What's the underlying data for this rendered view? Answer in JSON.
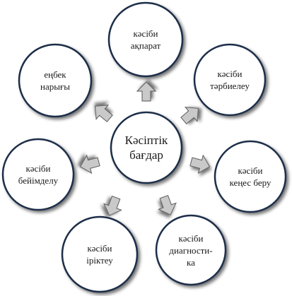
{
  "center": {
    "lines": [
      "Кәсіптік",
      "бағдар"
    ]
  },
  "nodes": [
    {
      "id": "akparat",
      "lines": [
        "кәсіби",
        "ақпарат"
      ]
    },
    {
      "id": "tarbieleu",
      "lines": [
        "кәсіби",
        "тәрбиелеу"
      ]
    },
    {
      "id": "kenes",
      "lines": [
        "кәсіби",
        "кеңес беру"
      ]
    },
    {
      "id": "diagnostika",
      "lines": [
        "кәсіби",
        "диагности-",
        "ка"
      ]
    },
    {
      "id": "iriktey",
      "lines": [
        "кәсіби",
        "іріктеу"
      ]
    },
    {
      "id": "beiimdelu",
      "lines": [
        "кәсіби",
        "бейімделу"
      ]
    },
    {
      "id": "narygy",
      "lines": [
        "еңбек",
        "нарығы"
      ]
    }
  ],
  "colors": {
    "circle_fill": "#ffffff",
    "circle_stroke": "#1f2f4a",
    "arrow_fill": "#c9c9c9",
    "arrow_stroke": "#5a5a5a",
    "shadow": "#9a9a9a"
  }
}
